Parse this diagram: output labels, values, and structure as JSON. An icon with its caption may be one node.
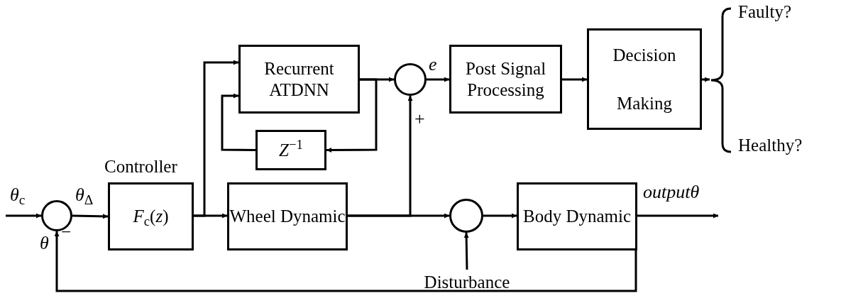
{
  "diagram": {
    "nodes": [
      {
        "text": [
          "Recurrent ATDNN"
        ]
      },
      {
        "text": [],
        "shape": "circle"
      },
      {
        "text": [
          "Post Signal Processing"
        ]
      },
      {
        "text": [
          "Decision Making"
        ]
      },
      {
        "text": [],
        "shape": "brace"
      },
      {
        "text": [
          "*Z*$^{−1}$"
        ]
      },
      {
        "text": [],
        "shape": "circle"
      },
      {
        "text": [
          "Controller",
          "*F*$_{c}$(*z*)"
        ]
      },
      {
        "text": [
          "Wheel Dynamic"
        ]
      },
      {
        "text": [],
        "shape": "circle"
      },
      {
        "text": [
          "Body Dynamic"
        ]
      },
      {
        "text": [
          "Disturbance"
        ]
      }
    ],
    "edges": [
      {
        "from": null,
        "to": 6,
        "arrow": "to",
        "label": "*θ*$_{c}$"
      },
      {
        "from": 6,
        "to": 7,
        "arrow": "to",
        "label": "*θ*$_{Δ}$"
      },
      {
        "from": 7,
        "to": 8,
        "arrow": "to"
      },
      {
        "from": 7,
        "to": 0,
        "arrow": "to"
      },
      {
        "from": 5,
        "to": 0,
        "arrow": "to"
      },
      {
        "from": 0,
        "to": 1,
        "arrow": "to"
      },
      {
        "from": 0,
        "to": 5,
        "arrow": "to"
      },
      {
        "from": 8,
        "to": 1,
        "arrow": "to",
        "label": "+"
      },
      {
        "from": 8,
        "to": 9,
        "arrow": "to"
      },
      {
        "from": 1,
        "to": 2,
        "arrow": "to",
        "label": "*e*"
      },
      {
        "from": 2,
        "to": 3,
        "arrow": "to"
      },
      {
        "from": 3,
        "to": 4,
        "arrow": "to"
      },
      {
        "from": 9,
        "to": 10,
        "arrow": "to"
      },
      {
        "from": 11,
        "to": 9,
        "arrow": "to"
      },
      {
        "from": 10,
        "to": null,
        "arrow": "to",
        "label": "*outputθ*"
      },
      {
        "from": 10,
        "to": 6,
        "arrow": "to",
        "label": "*θ*"
      }
    ],
    "labels": [
      "Faulty?",
      "Healthy?",
      "−"
    ]
  }
}
